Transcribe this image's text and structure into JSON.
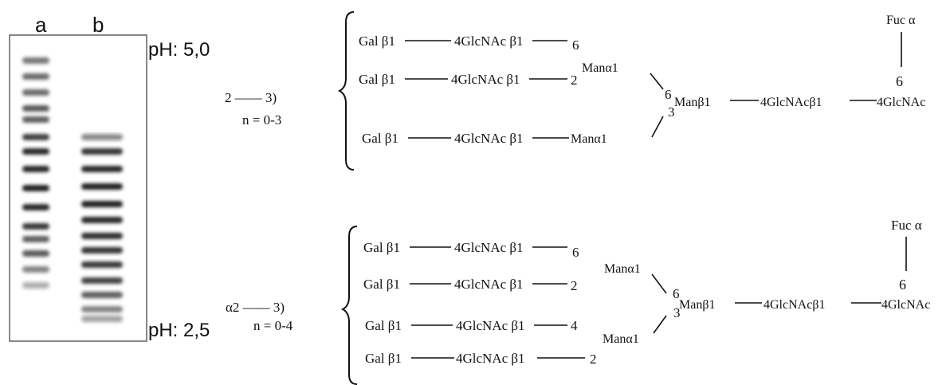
{
  "gel": {
    "lane_labels": [
      "a",
      "b"
    ],
    "ph_top": "pH: 5,0",
    "ph_bottom": "pH: 2,5"
  },
  "structure_top": {
    "repeat": "2 —— 3)",
    "n_range": "n = 0-3",
    "gal": "Gal β1",
    "glcnac": "4GlcNAc β1",
    "pos6": "6",
    "pos2": "2",
    "man_a": "Manα1",
    "man_b": "Manβ1",
    "core_glcnac": "4GlcNAcβ1",
    "core_glcnac_end": "4GlcNAc",
    "fuc": "Fuc α",
    "fuc_pos": "6",
    "link6": "6",
    "link3": "3"
  },
  "structure_bottom": {
    "repeat": "α2 —— 3)",
    "n_range": "n = 0-4",
    "gal": "Gal β1",
    "glcnac": "4GlcNAc β1",
    "pos6": "6",
    "pos2": "2",
    "pos4": "4",
    "man_a": "Manα1",
    "man_b": "Manβ1",
    "core_glcnac": "4GlcNAcβ1",
    "core_glcnac_end": "4GlcNAc",
    "fuc": "Fuc α",
    "fuc_pos": "6",
    "link6": "6",
    "link3": "3"
  }
}
